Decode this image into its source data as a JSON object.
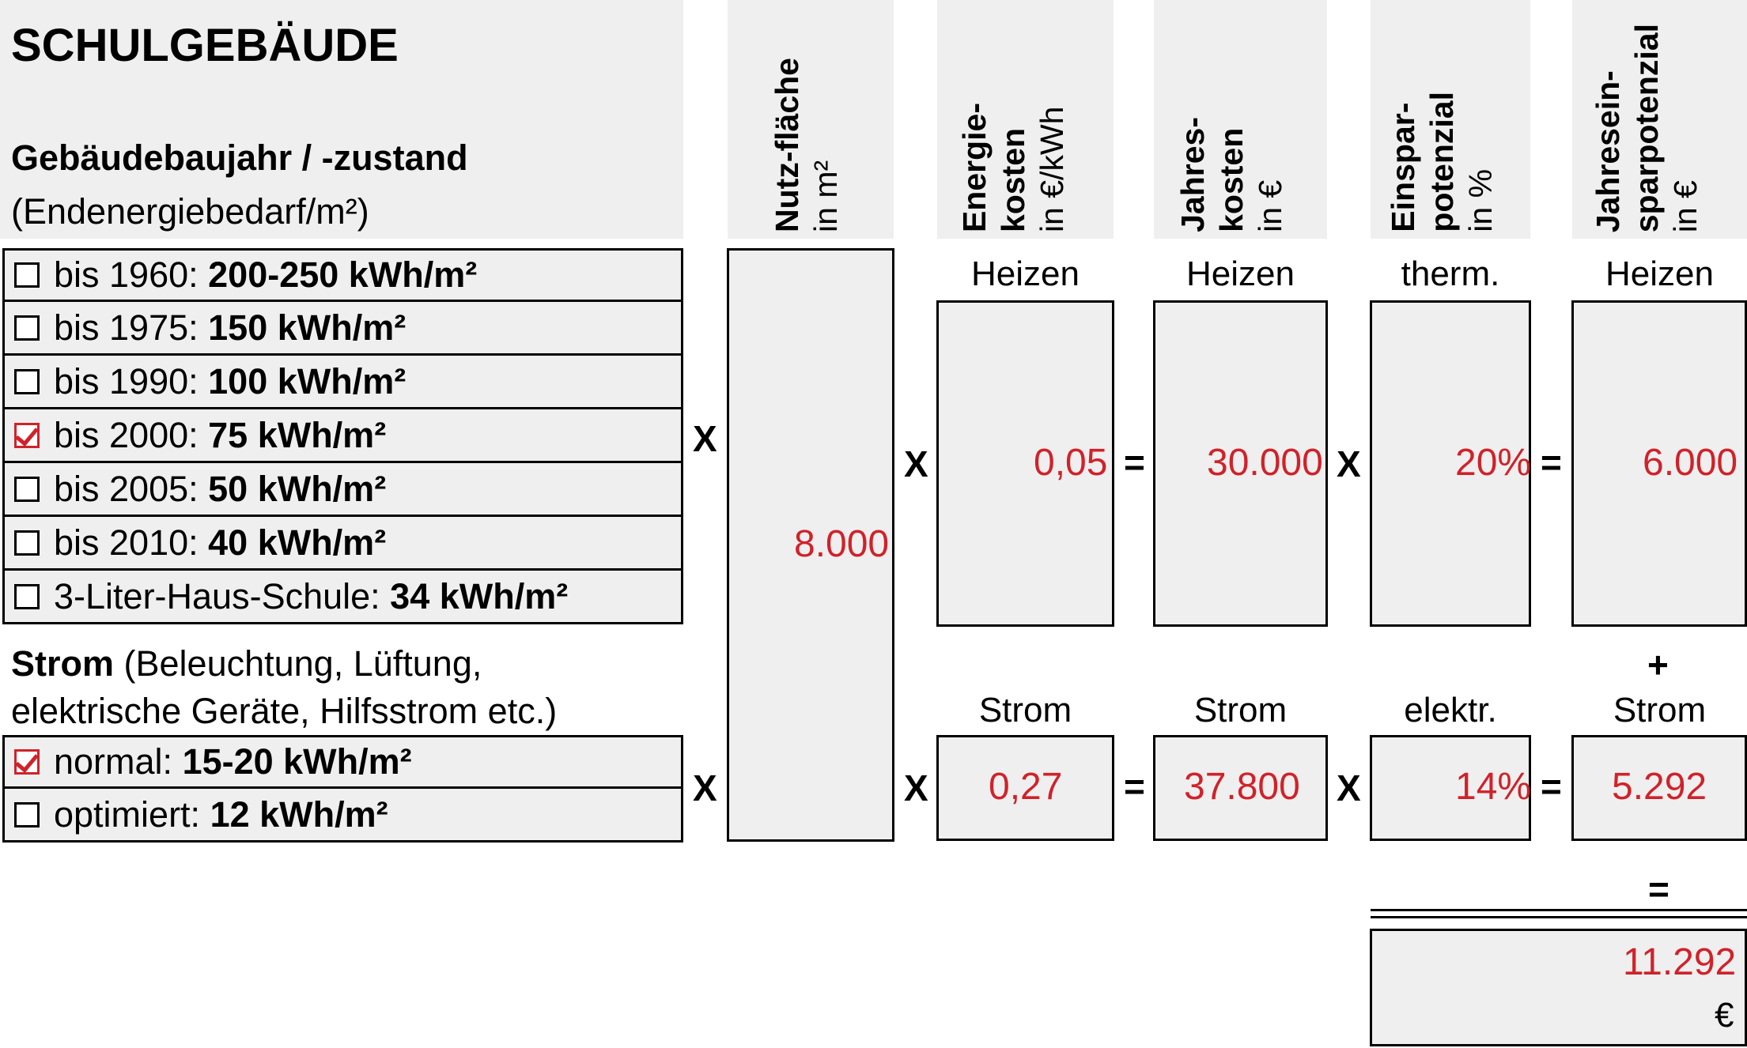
{
  "title": "SCHULGEBÄUDE",
  "section_heading": "Gebäudebaujahr / -zustand",
  "section_subheading": "(Endenergiebedarf/m²)",
  "building_options": [
    {
      "label": "bis 1960: ",
      "value": "200-250 kWh/m²",
      "checked": false
    },
    {
      "label": "bis 1975: ",
      "value": "150 kWh/m²",
      "checked": false
    },
    {
      "label": "bis 1990: ",
      "value": "100 kWh/m²",
      "checked": false
    },
    {
      "label": "bis 2000: ",
      "value": "75 kWh/m²",
      "checked": true
    },
    {
      "label": "bis 2005: ",
      "value": "50 kWh/m²",
      "checked": false
    },
    {
      "label": "bis 2010: ",
      "value": "40 kWh/m²",
      "checked": false
    },
    {
      "label": "3-Liter-Haus-Schule: ",
      "value": "34 kWh/m²",
      "checked": false
    }
  ],
  "strom_heading_bold": "Strom",
  "strom_heading_line1": " (Beleuchtung, Lüftung,",
  "strom_heading_line2": "elektrische Geräte, Hilfsstrom etc.)",
  "strom_options": [
    {
      "label": "normal: ",
      "value": "15-20 kWh/m²",
      "checked": true
    },
    {
      "label": "optimiert: ",
      "value": "12 kWh/m²",
      "checked": false
    }
  ],
  "columns": {
    "nutzflaeche": {
      "bold": "Nutz-fläche",
      "unit": "in m²"
    },
    "energiekosten": {
      "bold1": "Energie-",
      "bold2": "kosten",
      "unit": "in €/kWh"
    },
    "jahreskosten": {
      "bold1": "Jahres-",
      "bold2": "kosten",
      "unit": "in €"
    },
    "einsparpotenzial": {
      "bold1": "Einspar-",
      "bold2": "potenzial",
      "unit": "in %"
    },
    "jahreseinsparpotenzial": {
      "bold1": "Jahresein-",
      "bold2": "sparpotenzial",
      "unit": "in €"
    }
  },
  "operators": {
    "times": "X",
    "equals": "=",
    "plus": "+"
  },
  "heat_labels": {
    "energiekosten": "Heizen",
    "jahreskosten": "Heizen",
    "einspar": "therm.",
    "jahresein": "Heizen"
  },
  "power_labels": {
    "energiekosten": "Strom",
    "jahreskosten": "Strom",
    "einspar": "elektr.",
    "jahresein": "Strom"
  },
  "values": {
    "nutzflaeche": "8.000",
    "heat_energy_cost": "0,05",
    "heat_annual_cost": "30.000",
    "heat_saving_pct": "20%",
    "heat_annual_saving": "6.000",
    "power_energy_cost": "0,27",
    "power_annual_cost": "37.800",
    "power_saving_pct": "14%",
    "power_annual_saving": "5.292",
    "total_saving": "11.292",
    "total_currency": "€"
  },
  "colors": {
    "accent_red": "#d0222a",
    "panel_gray": "#efefef"
  }
}
